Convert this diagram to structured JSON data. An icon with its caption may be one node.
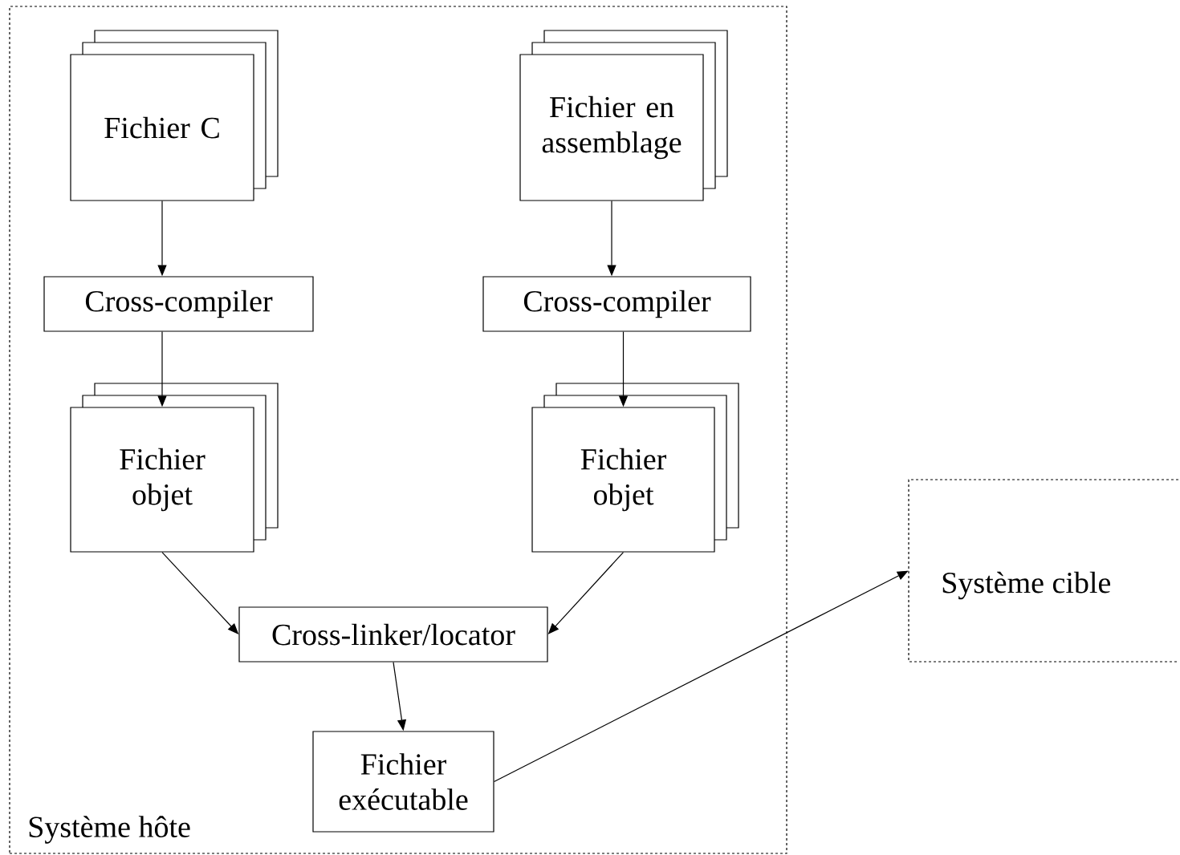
{
  "diagram": {
    "nodes": [
      {
        "text": [
          "Système hôte"
        ]
      },
      {
        "text": [
          "Fichier C"
        ],
        "in": 0
      },
      {
        "text": [
          "Fichier en assemblage"
        ],
        "in": 0
      },
      {
        "text": [
          "Cross-compiler"
        ],
        "in": 0
      },
      {
        "text": [
          "Cross-compiler"
        ],
        "in": 0
      },
      {
        "text": [
          "Fichier objet"
        ],
        "in": 0
      },
      {
        "text": [
          "Fichier objet"
        ],
        "in": 0
      },
      {
        "text": [
          "Cross-linker/locator"
        ],
        "in": 0
      },
      {
        "text": [
          "Fichier exécutable"
        ],
        "in": 0
      },
      {
        "text": [
          "Système cible"
        ]
      }
    ],
    "edges": [
      {
        "from": 1,
        "to": 3,
        "arrow": "to"
      },
      {
        "from": 2,
        "to": 4,
        "arrow": "to"
      },
      {
        "from": 3,
        "to": 5,
        "arrow": "to"
      },
      {
        "from": 4,
        "to": 6,
        "arrow": "to"
      },
      {
        "from": 5,
        "to": 7,
        "arrow": "to"
      },
      {
        "from": 6,
        "to": 7,
        "arrow": "to"
      },
      {
        "from": 7,
        "to": 8,
        "arrow": "to"
      },
      {
        "from": 8,
        "to": 9,
        "arrow": "to"
      }
    ]
  }
}
